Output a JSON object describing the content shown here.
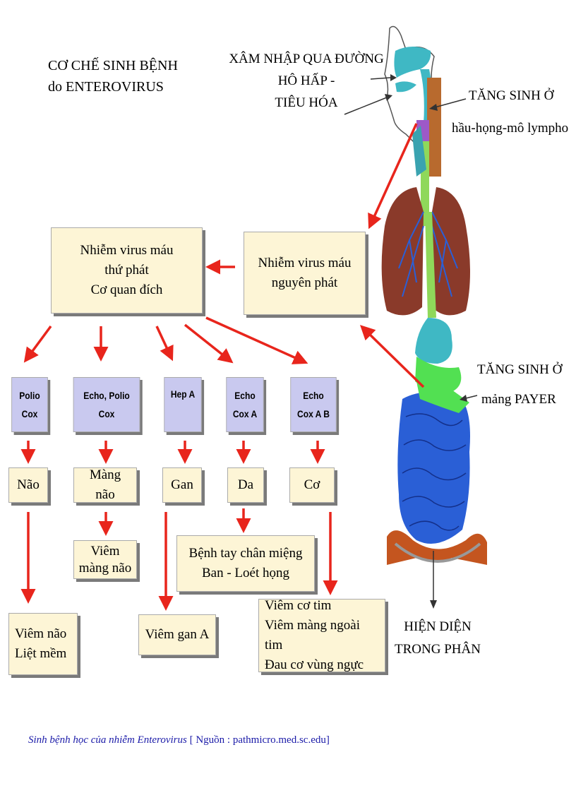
{
  "title": {
    "line1": "CƠ CHẾ SINH BỆNH",
    "line2": "do ENTEROVIRUS"
  },
  "labels": {
    "entry": "XÂM NHẬP QUA ĐƯỜNG\nHÔ HẤP -\nTIÊU HÓA",
    "tangsinh_top_1": "TĂNG SINH Ở",
    "tangsinh_top_2": "hầu-họng-mô lympho",
    "tangsinh_payer_1": "TĂNG SINH Ở",
    "tangsinh_payer_2": "mảng PAYER",
    "feces": "HIỆN DIỆN\nTRONG PHÂN"
  },
  "boxes": {
    "secondary": "Nhiễm virus máu\nthứ phát\nCơ quan đích",
    "primary": "Nhiễm virus máu\nnguyên phát"
  },
  "viruses": [
    "Polio\nCox",
    "Echo, Polio\nCox",
    "Hep A",
    "Echo\nCox A",
    "Echo\nCox A B"
  ],
  "organs": [
    "Não",
    "Màng não",
    "Gan",
    "Da",
    "Cơ"
  ],
  "diseases": {
    "meningitis": "Viêm\nmàng não",
    "hfmd": "Bệnh tay chân miệng\nBan - Loét họng",
    "encephalitis": "Viêm não\nLiệt mềm",
    "hepatitis": "Viêm gan A",
    "muscle": "Viêm cơ tim\nViêm màng ngoài tim\nĐau cơ vùng ngực"
  },
  "caption": {
    "italic": "Sinh bệnh học của nhiễm Enterovirus",
    "source": " [ Nguồn : pathmicro.med.sc.edu]"
  },
  "colors": {
    "arrow": "#e8251c",
    "box": "#fdf5d6",
    "virus_box": "#c9c9ef",
    "intestine": "#2a5fd6",
    "lung": "#8a3a2a",
    "throat": "#3fb8c4",
    "caption": "#1a1aa8"
  }
}
